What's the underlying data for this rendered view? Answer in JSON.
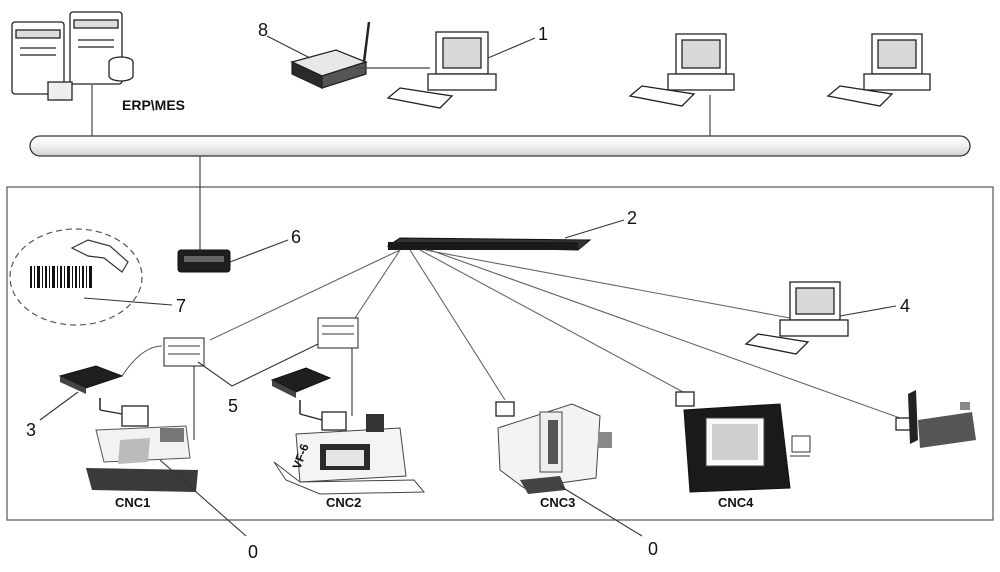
{
  "labels": {
    "erp": "ERP\\MES",
    "n0a": "0",
    "n0b": "0",
    "n1": "1",
    "n2": "2",
    "n3": "3",
    "n4": "4",
    "n5": "5",
    "n6": "6",
    "n7": "7",
    "n8": "8",
    "cnc1": "CNC1",
    "cnc2": "CNC2",
    "cnc3": "CNC3",
    "cnc4": "CNC4",
    "vf": "VF-6"
  }
}
